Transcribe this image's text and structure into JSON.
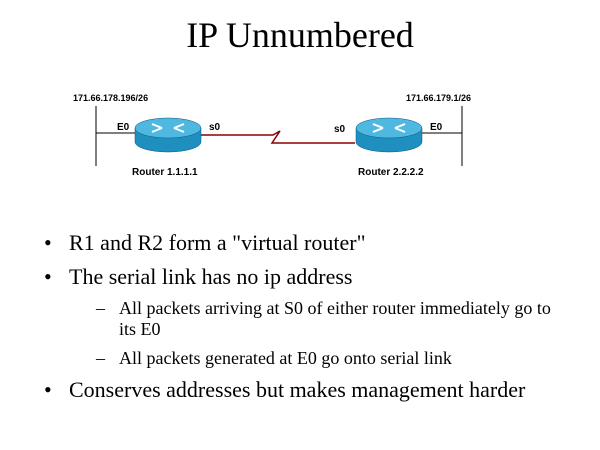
{
  "title": "IP Unnumbered",
  "diagram": {
    "left": {
      "network": "171.66.178.196/26",
      "eth_label": "E0",
      "serial_label": "s0",
      "router_label": "Router 1.1.1.1"
    },
    "right": {
      "network": "171.66.179.1/26",
      "eth_label": "E0",
      "serial_label": "s0",
      "router_label": "Router 2.2.2.2"
    },
    "colors": {
      "router_top": "#4fb8e0",
      "router_side": "#1f8fbf",
      "serial_link": "#8b0000"
    }
  },
  "bullets": [
    {
      "text": "R1 and R2 form a \"virtual router\"",
      "subs": []
    },
    {
      "text": "The serial link has no ip address",
      "subs": [
        "All packets arriving at S0 of either router immediately go to its E0",
        "All packets generated at E0 go onto serial link"
      ]
    },
    {
      "text": "Conserves addresses but makes management harder",
      "subs": []
    }
  ],
  "bullet_glyph": "•",
  "sub_glyph": "–"
}
